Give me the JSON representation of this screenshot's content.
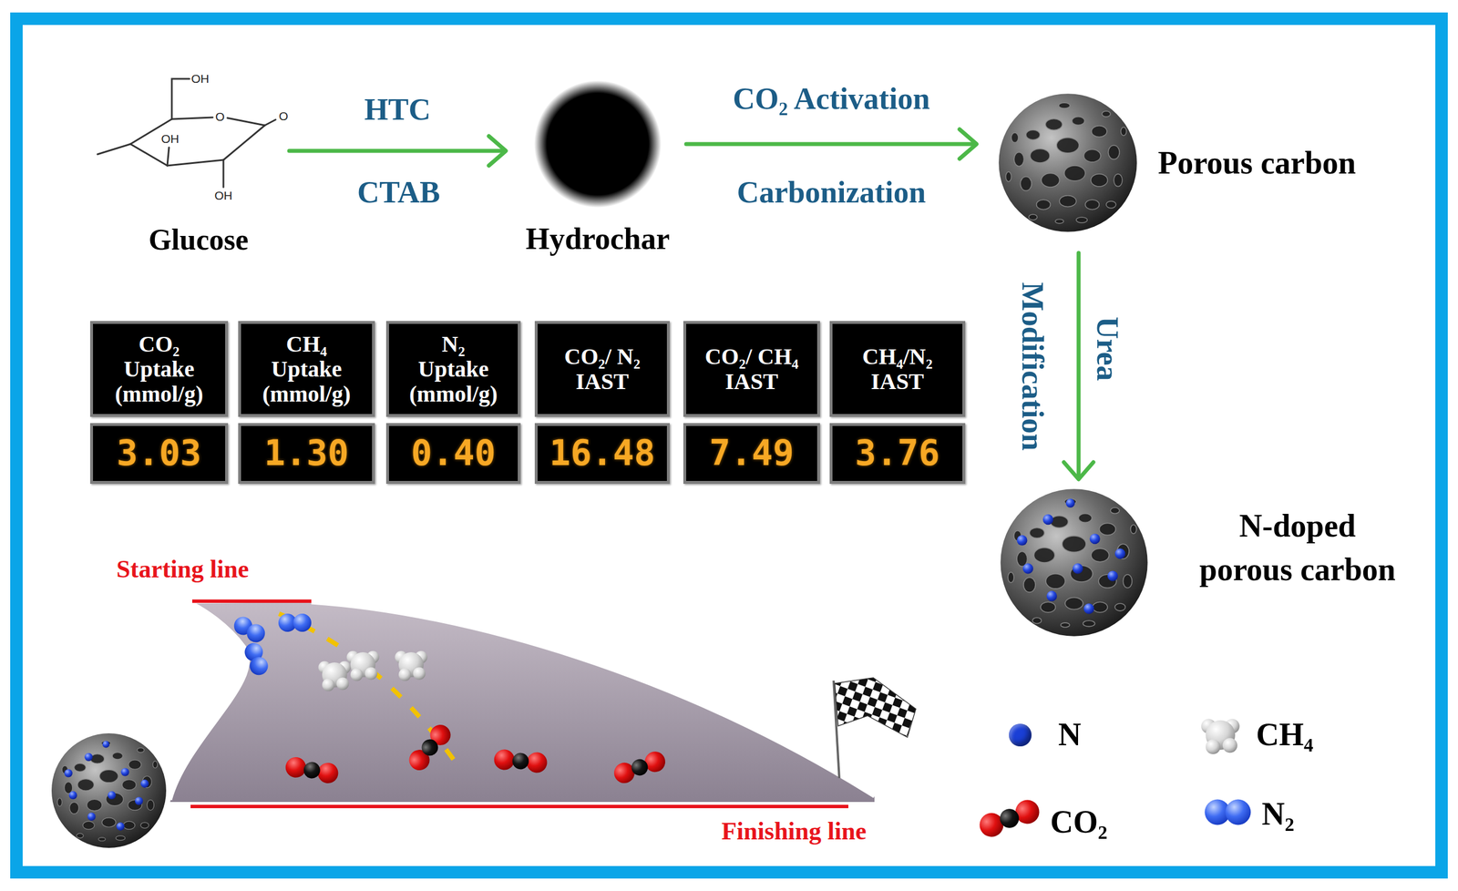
{
  "diagram": {
    "nodes": [
      {
        "text": [
          "Glucose"
        ]
      },
      {
        "text": [
          "Hydrochar"
        ]
      },
      {
        "text": [
          "Porous carbon"
        ]
      },
      {
        "text": [
          "N-doped porous carbon"
        ]
      },
      {
        "text": [
          "CO₂ Uptake (mmol/g)"
        ]
      },
      {
        "text": [
          "CH₄ Uptake (mmol/g)"
        ]
      },
      {
        "text": [
          "N₂ Uptake (mmol/g)"
        ]
      },
      {
        "text": [
          "CO₂/ N₂ IAST"
        ]
      },
      {
        "text": [
          "CO₂/ CH₄ IAST"
        ]
      },
      {
        "text": [
          "CH₄/N₂ IAST"
        ]
      },
      {
        "text": [
          "3.03"
        ]
      },
      {
        "text": [
          "1.30"
        ]
      },
      {
        "text": [
          "0.40"
        ]
      },
      {
        "text": [
          "16.48"
        ]
      },
      {
        "text": [
          "7.49"
        ]
      },
      {
        "text": [
          "3.76"
        ]
      }
    ],
    "edges": [
      {
        "from": 0,
        "to": 1,
        "arrow": "to",
        "label": "HTC"
      },
      {
        "from": 1,
        "to": 2,
        "arrow": "to",
        "label": "CO₂ Activation"
      },
      {
        "from": 2,
        "to": 3,
        "arrow": "to",
        "label": "Modification"
      }
    ],
    "labels": [
      "OH",
      "O",
      "O",
      "OH",
      "OH",
      "CTAB",
      "Carbonization",
      "Urea",
      "Starting line",
      "Finishing line"
    ],
    "legend": [
      {
        "text": "N",
        "color": "#1a3fd6"
      },
      {
        "text": "CH₄"
      },
      {
        "text": "CO₂"
      },
      {
        "text": "N₂"
      }
    ]
  }
}
